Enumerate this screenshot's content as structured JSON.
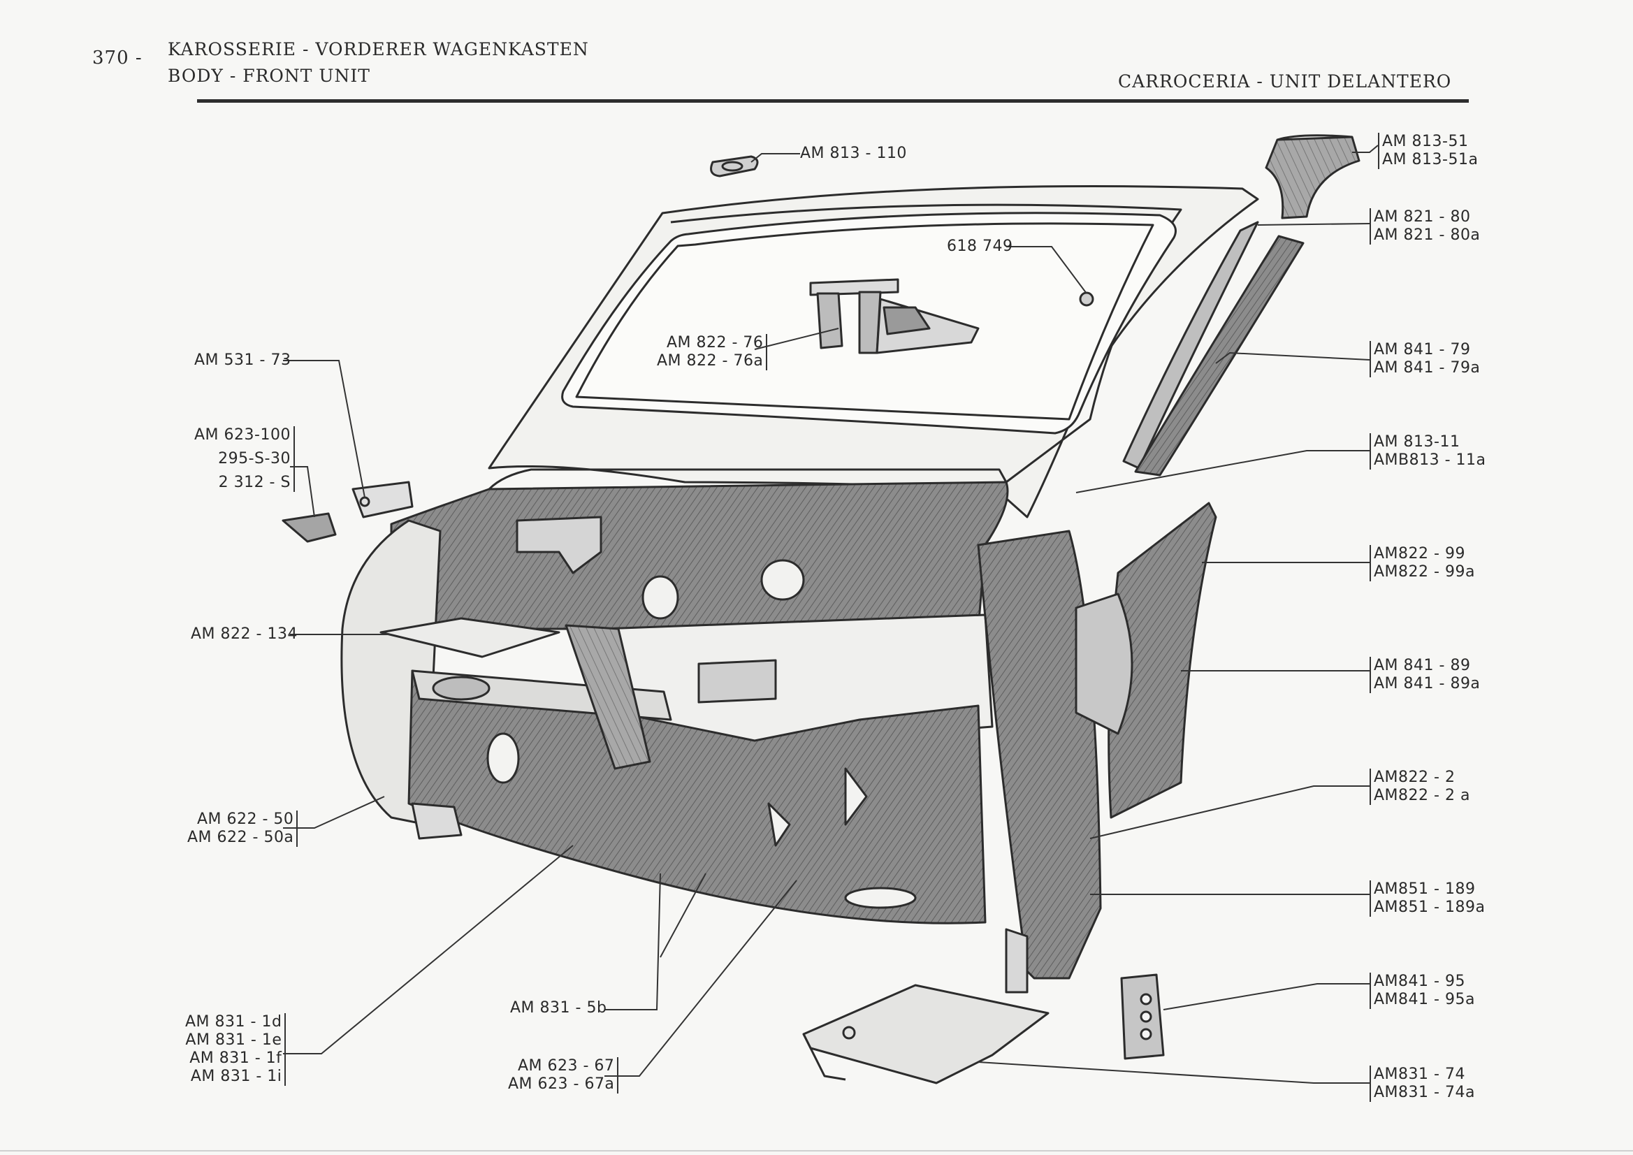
{
  "header": {
    "page_number": "370 -",
    "title_de": "KAROSSERIE - VORDERER WAGENKASTEN",
    "title_en": "BODY - FRONT UNIT",
    "title_es": "CARROCERIA - UNIT DELANTERO"
  },
  "labels": {
    "am813_110": "AM 813 - 110",
    "am813_51": "AM 813-51",
    "am813_51a": "AM 813-51a",
    "p618749": "618 749",
    "am821_80": "AM 821 - 80",
    "am821_80a": "AM 821 - 80a",
    "am822_76": "AM 822 - 76",
    "am822_76a": "AM 822 - 76a",
    "am841_79": "AM 841 - 79",
    "am841_79a": "AM 841 - 79a",
    "am531_73": "AM 531 - 73",
    "am623_100": "AM 623-100",
    "s295_30": "295-S-30",
    "s2312": "2 312 - S",
    "am813_11": "AM 813-11",
    "amb813_11a": "AMB813 - 11a",
    "am822_99": "AM822 - 99",
    "am822_99a": "AM822 - 99a",
    "am822_134": "AM 822 - 134",
    "am841_89": "AM 841 - 89",
    "am841_89a": "AM 841 - 89a",
    "am822_2": "AM822 - 2",
    "am822_2a": "AM822 - 2 a",
    "am622_50": "AM 622 - 50",
    "am622_50a": "AM 622 - 50a",
    "am851_189": "AM851 - 189",
    "am851_189a": "AM851 - 189a",
    "am841_95": "AM841 - 95",
    "am841_95a": "AM841 - 95a",
    "am831_5b": "AM 831 - 5b",
    "am831_1d": "AM 831 - 1d",
    "am831_1e": "AM 831 - 1e",
    "am831_1f": "AM 831 - 1f",
    "am831_1i": "AM 831 - 1i",
    "am623_67": "AM 623 - 67",
    "am623_67a": "AM 623 - 67a",
    "am831_74": "AM831 - 74",
    "am831_74a": "AM831 - 74a"
  }
}
